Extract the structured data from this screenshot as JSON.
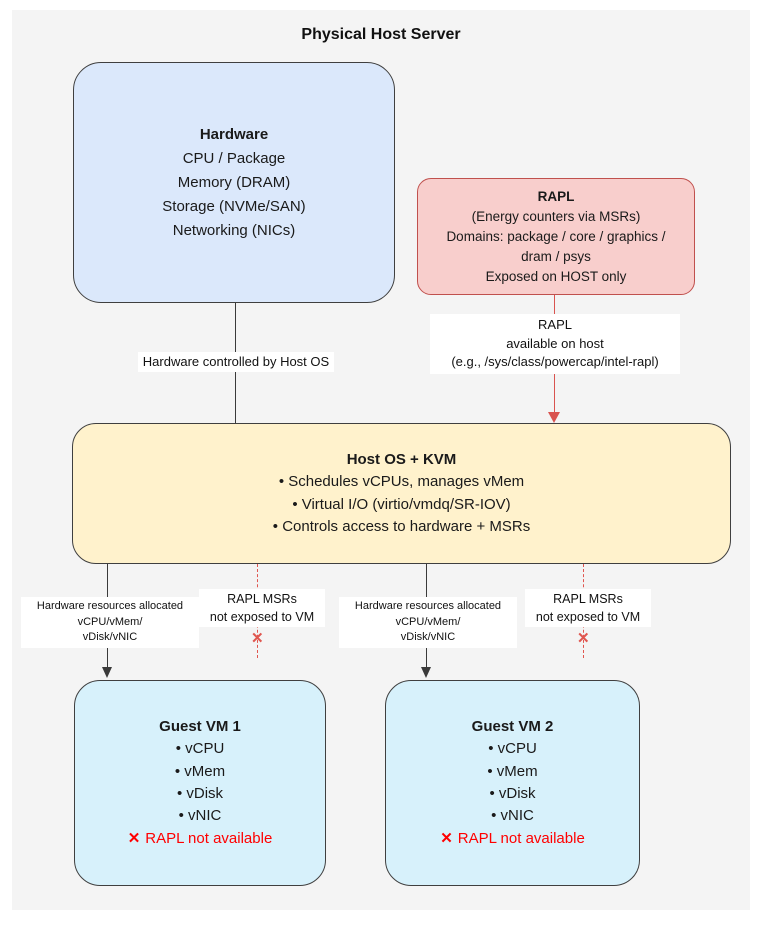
{
  "title": "Physical Host Server",
  "colors": {
    "canvas_bg": "#f4f4f4",
    "hardware_fill": "#dbe8fb",
    "rapl_fill": "#f8cecc",
    "rapl_border": "#c0504d",
    "host_fill": "#fff2cc",
    "vm_fill": "#d7f1fb",
    "box_border": "#3f3f3f",
    "line_black": "#3a3a3a",
    "line_red": "#d9534f",
    "dash_red": "#e0564f",
    "warning_red": "#ff0000"
  },
  "hardware": {
    "title": "Hardware",
    "lines": [
      "CPU / Package",
      "Memory (DRAM)",
      "Storage (NVMe/SAN)",
      "Networking (NICs)"
    ]
  },
  "rapl": {
    "title": "RAPL",
    "lines": [
      "(Energy counters via MSRs)",
      "Domains: package / core / graphics /",
      "dram / psys",
      "Exposed on HOST only"
    ]
  },
  "host_os": {
    "title": "Host OS + KVM",
    "lines": [
      "• Schedules vCPUs, manages vMem",
      "• Virtual I/O (virtio/vmdq/SR-IOV)",
      "• Controls access to hardware + MSRs"
    ]
  },
  "vm1": {
    "title": "Guest VM 1",
    "lines": [
      "• vCPU",
      "• vMem",
      "• vDisk",
      "• vNIC"
    ],
    "cross": "✕",
    "warning": "RAPL not available"
  },
  "vm2": {
    "title": "Guest VM 2",
    "lines": [
      "• vCPU",
      "• vMem",
      "• vDisk",
      "• vNIC"
    ],
    "cross": "✕",
    "warning": "RAPL not available"
  },
  "edges": {
    "hw_to_host": "Hardware controlled by Host OS",
    "rapl_to_host": [
      "RAPL",
      "available on host",
      "(e.g., /sys/class/powercap/intel-rapl)"
    ],
    "host_to_vm": [
      "Hardware resources allocated",
      "vCPU/vMem/",
      "vDisk/vNIC"
    ],
    "rapl_blocked": [
      "RAPL MSRs",
      "not exposed to VM"
    ],
    "blocked_cross": "✕"
  }
}
